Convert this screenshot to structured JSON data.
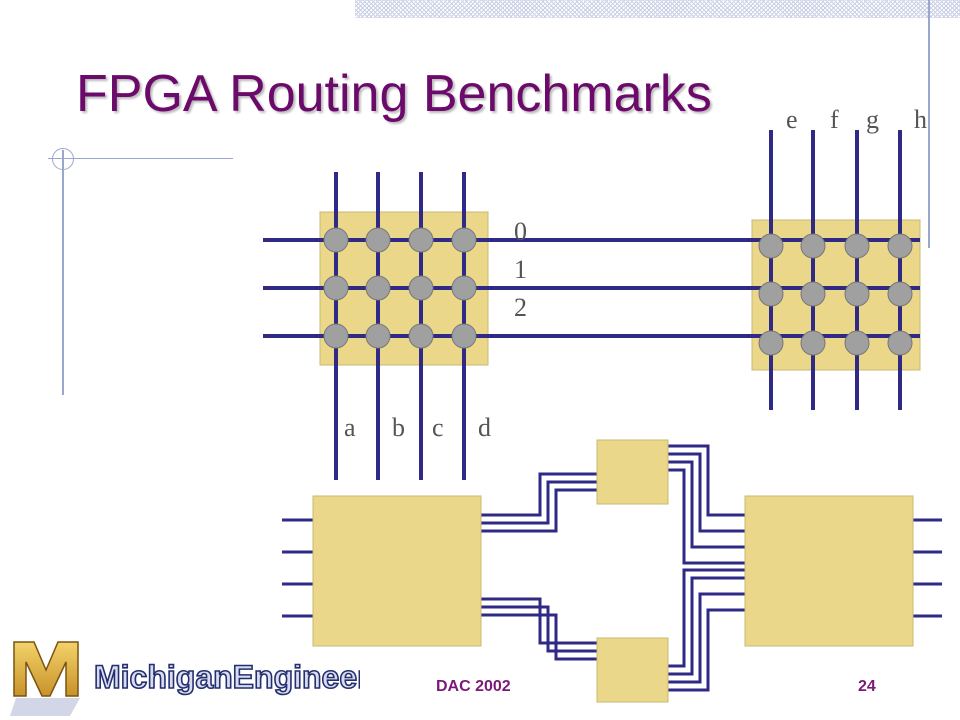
{
  "slide": {
    "title": "FPGA Routing Benchmarks",
    "footer_center": "DAC 2002",
    "page_number": "24"
  },
  "logo": {
    "letter": "M",
    "text": "MichiganEngineering"
  },
  "diagram": {
    "track_labels": [
      "0",
      "1",
      "2"
    ],
    "bottom_pin_labels": [
      "a",
      "b",
      "c",
      "d"
    ],
    "top_pin_labels": [
      "e",
      "f",
      "g",
      "h"
    ]
  },
  "colors": {
    "block_fill": "#ebd789",
    "wire": "#2e2a86",
    "switch": "#a0a0a0",
    "title": "#6b0a6a"
  }
}
